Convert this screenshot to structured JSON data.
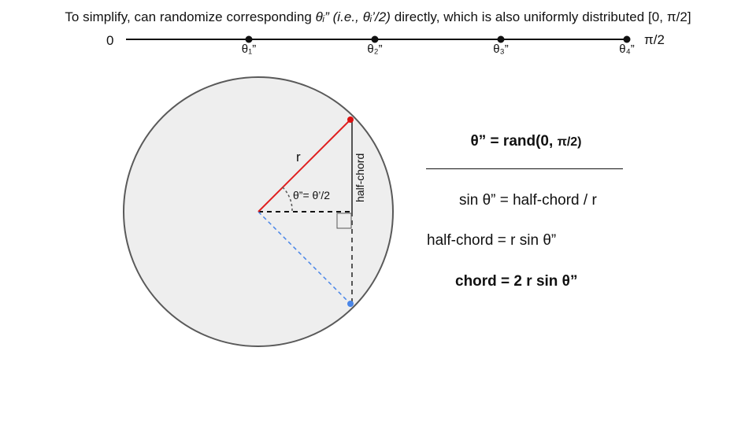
{
  "header": {
    "caption_start": "To simplify, can randomize corresponding ",
    "theta_i_double_prime": "θᵢ”",
    "ie_text": "(i.e., θᵢ’/2)",
    "caption_end": " directly, which is also uniformly distributed [0, π/2]"
  },
  "number_line": {
    "start_label": "0",
    "end_label": "π/2",
    "ticks": [
      {
        "label": "θ₁”",
        "value": 0.25
      },
      {
        "label": "θ₂”",
        "value": 0.5
      },
      {
        "label": "θ₃”",
        "value": 0.75
      },
      {
        "label": "θ₄”",
        "value": 1.0
      }
    ]
  },
  "diagram": {
    "radius_label": "r",
    "half_chord_label": "half-chord",
    "angle_label": "θ”= θ’/2",
    "colors": {
      "circle_fill": "#eeeeee",
      "circle_stroke": "#595959",
      "radius_line": "#e02020",
      "red_point": "#dd1111",
      "dashed_radius": "#4a86e8",
      "blue_point": "#4a86e8"
    }
  },
  "formulas": {
    "title": "θ” = rand(0, ",
    "title_small": "π/2)",
    "sin_relation": "sin θ” = half-chord / r",
    "half_chord_relation": "half-chord = r sin θ”",
    "chord_relation": "chord = 2 r sin θ”"
  }
}
